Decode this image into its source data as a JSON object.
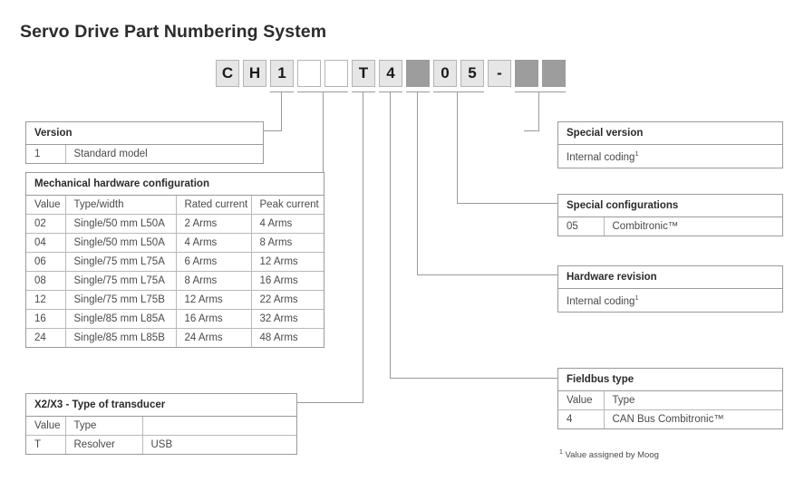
{
  "title": "Servo Drive Part Numbering System",
  "part_number": {
    "boxes": [
      {
        "char": "C",
        "style": "filled"
      },
      {
        "char": "H",
        "style": "filled"
      },
      {
        "char": "1",
        "style": "filled"
      },
      {
        "char": "",
        "style": "empty"
      },
      {
        "char": "",
        "style": "empty"
      },
      {
        "char": "T",
        "style": "filled"
      },
      {
        "char": "4",
        "style": "filled"
      },
      {
        "char": "",
        "style": "shaded"
      },
      {
        "char": "0",
        "style": "filled"
      },
      {
        "char": "5",
        "style": "filled"
      },
      {
        "char": "-",
        "style": "dash"
      },
      {
        "char": "",
        "style": "shaded"
      },
      {
        "char": "",
        "style": "shaded"
      }
    ]
  },
  "version": {
    "header": "Version",
    "rows": [
      [
        "1",
        "Standard model"
      ]
    ]
  },
  "mechanical": {
    "header": "Mechanical hardware configuration",
    "columns": [
      "Value",
      "Type/width",
      "Rated current",
      "Peak current"
    ],
    "rows": [
      [
        "02",
        "Single/50 mm L50A",
        "2 Arms",
        "4 Arms"
      ],
      [
        "04",
        "Single/50 mm L50A",
        "4 Arms",
        "8 Arms"
      ],
      [
        "06",
        "Single/75 mm L75A",
        "6 Arms",
        "12 Arms"
      ],
      [
        "08",
        "Single/75 mm L75A",
        "8 Arms",
        "16 Arms"
      ],
      [
        "12",
        "Single/75 mm L75B",
        "12 Arms",
        "22 Arms"
      ],
      [
        "16",
        "Single/85 mm L85A",
        "16 Arms",
        "32 Arms"
      ],
      [
        "24",
        "Single/85 mm L85B",
        "24 Arms",
        "48 Arms"
      ]
    ]
  },
  "transducer": {
    "header": "X2/X3 - Type of transducer",
    "columns": [
      "Value",
      "Type",
      ""
    ],
    "rows": [
      [
        "T",
        "Resolver",
        "USB"
      ]
    ]
  },
  "special_version": {
    "header": "Special version",
    "row": "Internal coding",
    "footnote_marker": "1"
  },
  "special_configurations": {
    "header": "Special configurations",
    "rows": [
      [
        "05",
        "Combitronic™"
      ]
    ]
  },
  "hardware_revision": {
    "header": "Hardware revision",
    "row": "Internal coding",
    "footnote_marker": "1"
  },
  "fieldbus": {
    "header": "Fieldbus type",
    "columns": [
      "Value",
      "Type"
    ],
    "rows": [
      [
        "4",
        "CAN Bus Combitronic™"
      ]
    ]
  },
  "footnote": {
    "marker": "1",
    "text": " Value assigned by Moog"
  }
}
